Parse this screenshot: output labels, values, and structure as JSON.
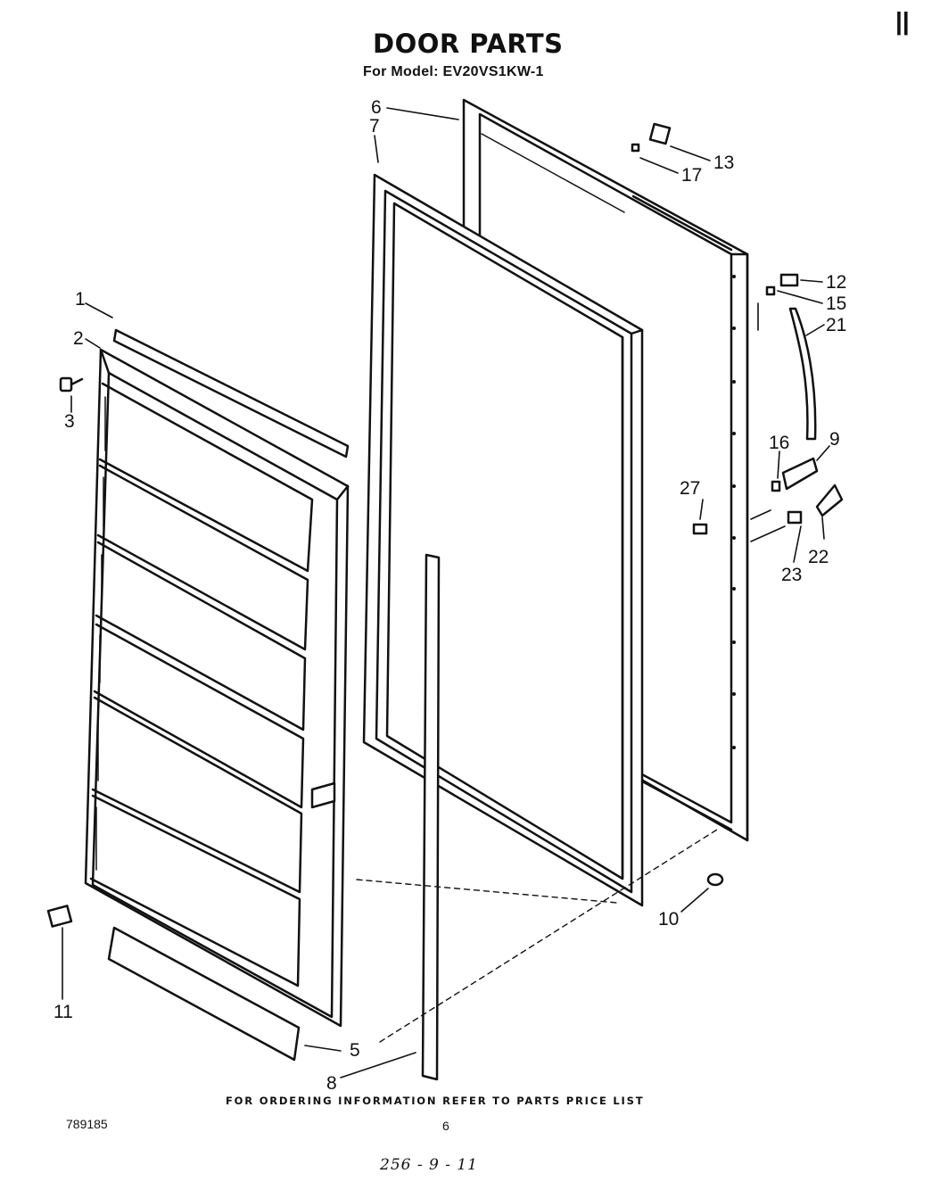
{
  "header": {
    "title": "DOOR PARTS",
    "model_line": "For Model: EV20VS1KW-1"
  },
  "footer": {
    "ordering_note": "FOR ORDERING INFORMATION REFER TO PARTS PRICE LIST",
    "document_code": "789185",
    "page_number": "6",
    "handwritten_note": "256 - 9 - 11"
  },
  "corner_mark": "||",
  "callouts": {
    "c1": "1",
    "c2": "2",
    "c3": "3",
    "c5": "5",
    "c6": "6",
    "c7": "7",
    "c8": "8",
    "c9": "9",
    "c10": "10",
    "c11": "11",
    "c12": "12",
    "c13": "13",
    "c15": "15",
    "c16": "16",
    "c17": "17",
    "c21": "21",
    "c22": "22",
    "c23": "23",
    "c27": "27"
  }
}
